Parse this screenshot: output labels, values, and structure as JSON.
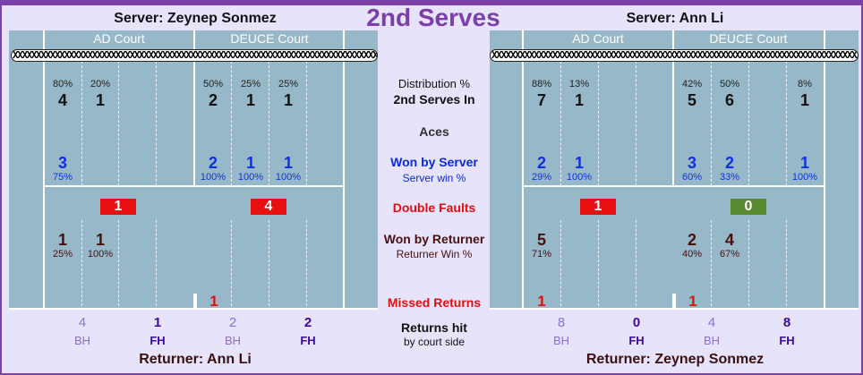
{
  "title": "2nd Serves",
  "colors": {
    "border": "#7b3fa8",
    "background": "#e6e3fb",
    "court": "#97b8c8",
    "double_fault_red": "#e81010",
    "double_fault_green": "#5a8a30"
  },
  "middle": {
    "distribution": "Distribution %",
    "serves_in": "2nd Serves In",
    "aces": "Aces",
    "won_by_server": "Won by Server",
    "server_win_pct": "Server win %",
    "double_faults": "Double Faults",
    "won_by_returner": "Won by Returner",
    "returner_win_pct": "Returner Win %",
    "missed_returns": "Missed Returns",
    "returns_hit": "Returns hit",
    "by_court_side": "by court side"
  },
  "left": {
    "server": "Server: Zeynep Sonmez",
    "returner": "Returner: Ann Li",
    "ad_label": "AD Court",
    "deuce_label": "DEUCE Court",
    "net_text": "XXXXXXXXXXXXXXXXXXXXXXXXXXXXXXXXXXXXXXXXXXXXXXXXXXXXXXXXXXXXXXXXXXXXXXXXXXXXXXXX",
    "dist_pct": [
      "80%",
      "20%",
      "50%",
      "25%",
      "25%"
    ],
    "serves_in": [
      "4",
      "1",
      "2",
      "1",
      "1"
    ],
    "won_server": [
      "3",
      "2",
      "1",
      "1"
    ],
    "won_server_pct": [
      "75%",
      "100%",
      "100%",
      "100%"
    ],
    "double_faults": [
      "1",
      "4"
    ],
    "won_returner": [
      "1",
      "1"
    ],
    "won_returner_pct": [
      "25%",
      "100%"
    ],
    "missed_returns": [
      "1"
    ],
    "returns": [
      {
        "count": "4",
        "side": "BH"
      },
      {
        "count": "1",
        "side": "FH"
      },
      {
        "count": "2",
        "side": "BH"
      },
      {
        "count": "2",
        "side": "FH"
      }
    ]
  },
  "right": {
    "server": "Server: Ann Li",
    "returner": "Returner: Zeynep Sonmez",
    "ad_label": "AD Court",
    "deuce_label": "DEUCE Court",
    "net_text": "XXXXXXXXXXXXXXXXXXXXXXXXXXXXXXXXXXXXXXXXXXXXXXXXXXXXXXXXXXXXXXXXXXXXXXXXXXXXXXXX",
    "dist_pct": [
      "88%",
      "13%",
      "42%",
      "50%",
      "8%"
    ],
    "serves_in": [
      "7",
      "1",
      "5",
      "6",
      "1"
    ],
    "won_server": [
      "2",
      "1",
      "3",
      "2",
      "1"
    ],
    "won_server_pct": [
      "29%",
      "100%",
      "60%",
      "33%",
      "100%"
    ],
    "double_faults": [
      "1",
      "0"
    ],
    "won_returner": [
      "5",
      "2",
      "4"
    ],
    "won_returner_pct": [
      "71%",
      "40%",
      "67%"
    ],
    "missed_returns": [
      "1",
      "1"
    ],
    "returns": [
      {
        "count": "8",
        "side": "BH"
      },
      {
        "count": "0",
        "side": "FH"
      },
      {
        "count": "4",
        "side": "BH"
      },
      {
        "count": "8",
        "side": "FH"
      }
    ]
  }
}
